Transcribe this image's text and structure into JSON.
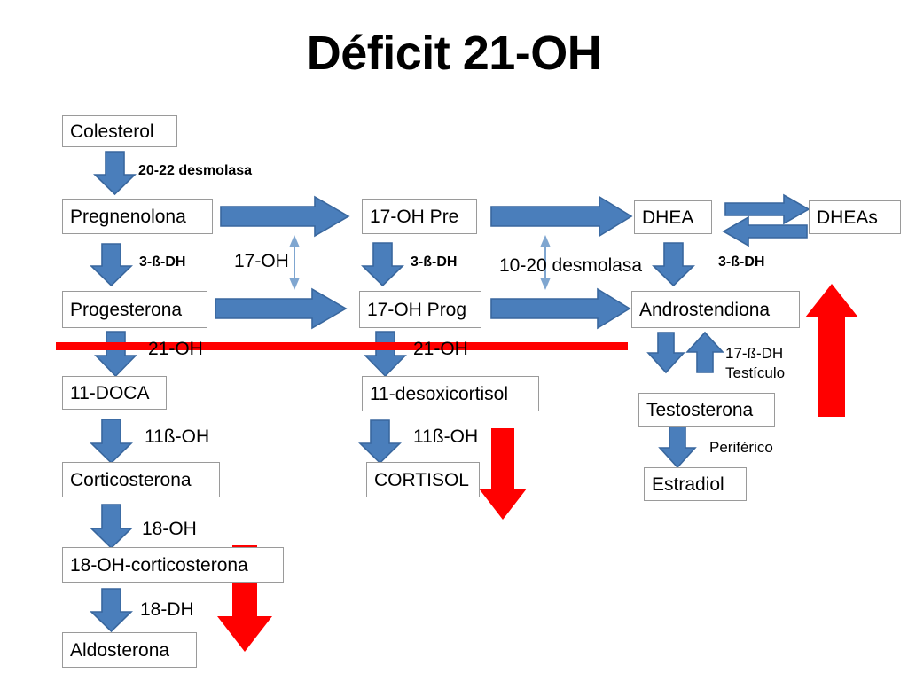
{
  "page": {
    "title": "Déficit 21-OH",
    "colors": {
      "arrow_blue_fill": "#4A7EBB",
      "arrow_blue_stroke": "#39679E",
      "thin_arrow_blue": "#7FA6D0",
      "block_red": "#FF0000",
      "box_border": "#9a9a9a",
      "background": "#FFFFFF",
      "text": "#000000"
    }
  },
  "nodes": {
    "colesterol": "Colesterol",
    "pregnenolona": "Pregnenolona",
    "progesterona": "Progesterona",
    "doca": "11-DOCA",
    "corticosterona": "Corticosterona",
    "oh_corticosterona": "18-OH-corticosterona",
    "aldosterona": "Aldosterona",
    "oh_pre": "17-OH Pre",
    "oh_prog": "17-OH Prog",
    "desoxicortisol": "11-desoxicortisol",
    "cortisol": "CORTISOL",
    "dhea": "DHEA",
    "dheas": "DHEAs",
    "androstendiona": "Androstendiona",
    "testosterona": "Testosterona",
    "estradiol": "Estradiol"
  },
  "enzymes": {
    "desmolasa_20_22": "20-22 desmolasa",
    "dh_3b_left": "3-ß-DH",
    "dh_3b_mid": "3-ß-DH",
    "dh_3b_right": "3-ß-DH",
    "oh_17": "17-OH",
    "desmolasa_10_20": "10-20 desmolasa",
    "oh_21_left": "21-OH",
    "oh_21_mid": "21-OH",
    "oh_11b_left": "11ß-OH",
    "oh_11b_mid": "11ß-OH",
    "oh_18": "18-OH",
    "dh_18": "18-DH",
    "dh_17b": "17-ß-DH",
    "testiculo": "Testículo",
    "periferico": "Periférico"
  },
  "annotations": {
    "block_bar_label": "21-OH block bar",
    "down_arrow_aldosterona_label": "decreased aldosterone pathway",
    "down_arrow_cortisol_label": "decreased cortisol pathway",
    "up_arrow_androgens_label": "increased androgen pathway"
  }
}
